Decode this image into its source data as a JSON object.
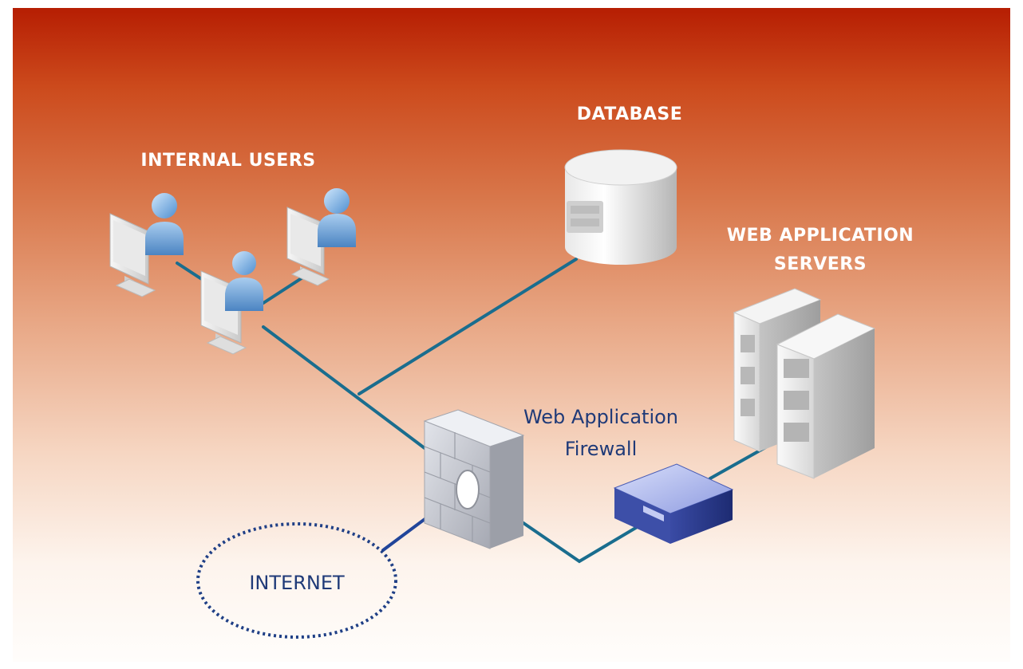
{
  "labels": {
    "database": "DATABASE",
    "internal_users": "INTERNAL USERS",
    "web_app_servers_line1": "WEB APPLICATION",
    "web_app_servers_line2": "SERVERS",
    "waf_line1": "Web Application",
    "waf_line2": "Firewall",
    "internet": "INTERNET"
  },
  "colors": {
    "background_top": "#b61e03",
    "background_bottom": "#fffdfb",
    "connection_line": "#1a6d8e",
    "internet_link": "#21459a",
    "internet_ellipse": "#1f3f86",
    "waf_label": "#1f3a78"
  },
  "icons": [
    "user-workstation-icon",
    "database-icon",
    "server-icon",
    "firewall-icon",
    "waf-appliance-icon",
    "internet-cloud-icon"
  ]
}
